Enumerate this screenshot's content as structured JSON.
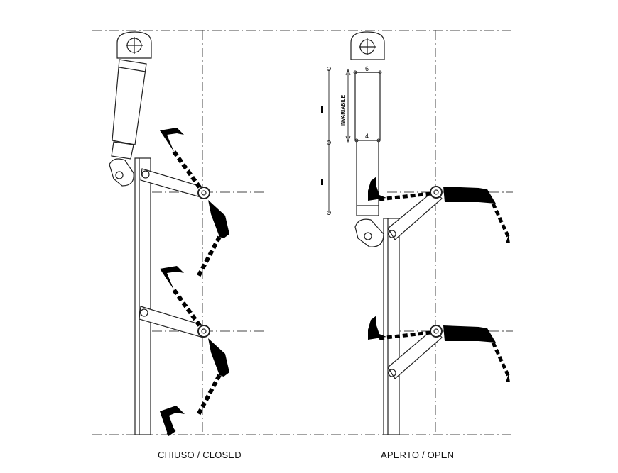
{
  "captions": {
    "closed": "CHIUSO / CLOSED",
    "open": "APERTO / OPEN"
  },
  "dimensions": {
    "top_width": "6",
    "bottom_width": "4",
    "stroke_label": "INVARIABILE"
  },
  "colors": {
    "line": "#222222",
    "fill": "#000000",
    "background": "#ffffff"
  }
}
